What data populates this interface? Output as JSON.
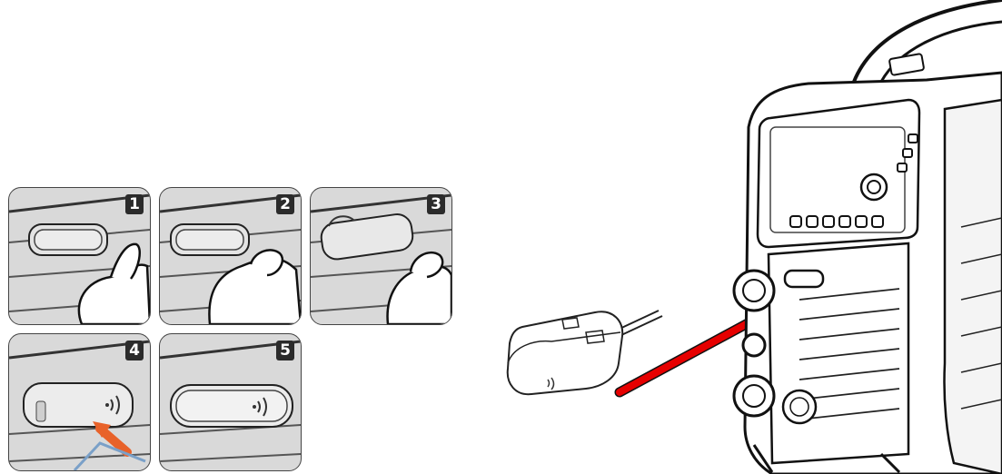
{
  "steps": [
    {
      "number": "1"
    },
    {
      "number": "2"
    },
    {
      "number": "3"
    },
    {
      "number": "4"
    },
    {
      "number": "5"
    }
  ],
  "colors": {
    "arrow_red": "#e60000",
    "arrow_orange": "#e8622a",
    "panel_bg": "#d9d9d9",
    "line": "#222222"
  },
  "icons": {
    "module_signal": "wireless-signal-icon",
    "hand": "hand-icon"
  }
}
